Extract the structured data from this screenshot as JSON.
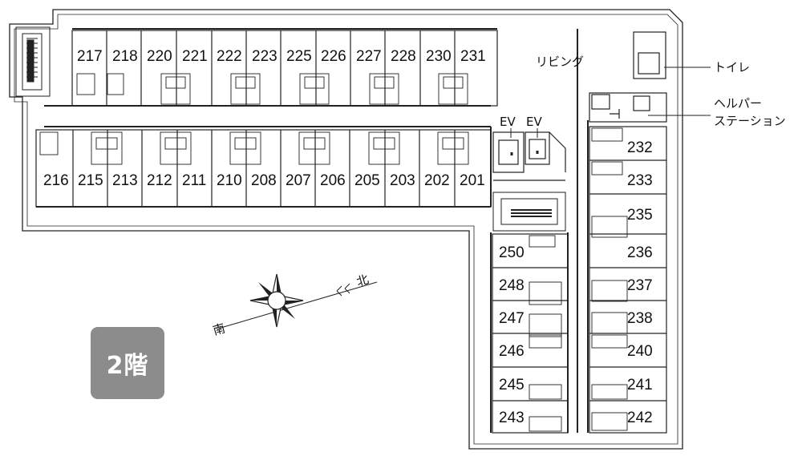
{
  "floor_label": "2階",
  "labels": {
    "living": "リビング",
    "toilet": "トイレ",
    "helper_line1": "ヘルパー",
    "helper_line2": "ステーション",
    "ev1": "EV",
    "ev2": "EV",
    "compass_north": "北",
    "compass_south": "南"
  },
  "rooms": {
    "top_row": [
      "217",
      "218",
      "220",
      "221",
      "222",
      "223",
      "225",
      "226",
      "227",
      "228",
      "230",
      "231"
    ],
    "bottom_row": [
      "216",
      "215",
      "213",
      "212",
      "211",
      "210",
      "208",
      "207",
      "206",
      "205",
      "203",
      "202",
      "201"
    ],
    "middle_column": [
      "250",
      "248",
      "247",
      "246",
      "245",
      "243"
    ],
    "right_column": [
      "232",
      "233",
      "235",
      "236",
      "237",
      "238",
      "240",
      "241",
      "242"
    ]
  }
}
